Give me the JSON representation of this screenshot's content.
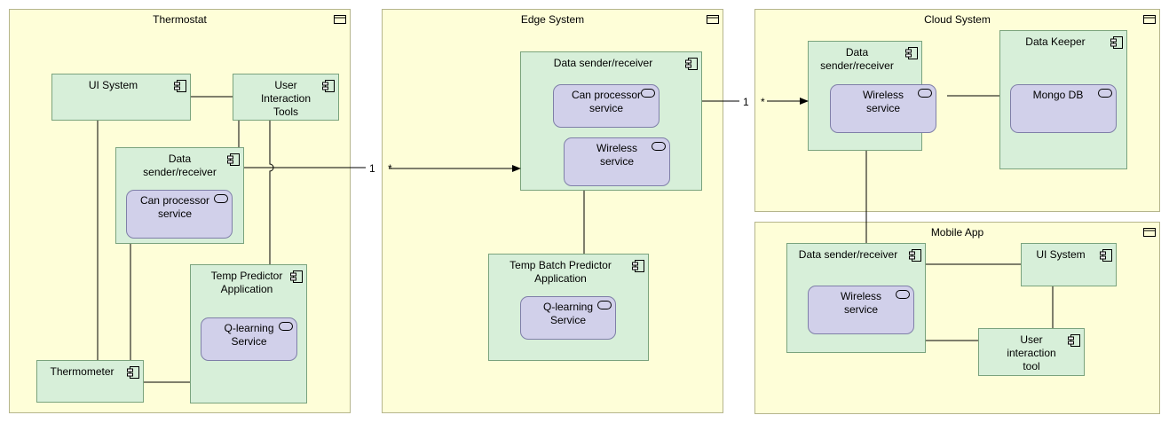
{
  "groups": {
    "thermostat": "Thermostat",
    "edge": "Edge System",
    "cloud": "Cloud System",
    "mobile": "Mobile App"
  },
  "thermostat": {
    "ui_system": "UI System",
    "user_interaction_tools": "User Interaction Tools",
    "data_sender_receiver": "Data sender/receiver",
    "can_processor_service": "Can processor service",
    "temp_predictor": "Temp Predictor Application",
    "q_learning_service": "Q-learning Service",
    "thermometer": "Thermometer"
  },
  "edge": {
    "data_sender_receiver": "Data sender/receiver",
    "can_processor_service": "Can processor service",
    "wireless_service": "Wireless service",
    "temp_batch_predictor": "Temp Batch Predictor Application",
    "q_learning_service": "Q-learning Service"
  },
  "cloud": {
    "data_sender_receiver": "Data sender/receiver",
    "wireless_service": "Wireless service",
    "data_keeper": "Data Keeper",
    "mongo_db": "Mongo DB"
  },
  "mobile": {
    "data_sender_receiver": "Data sender/receiver",
    "wireless_service": "Wireless service",
    "ui_system": "UI System",
    "user_interaction_tool": "User interaction tool"
  },
  "multiplicities": {
    "thermostat_to_edge_source": "1",
    "thermostat_to_edge_target": "*",
    "edge_to_cloud_source": "1",
    "edge_to_cloud_target": "*"
  },
  "colors": {
    "group_fill": "#fefed8",
    "component_fill": "#d7efd9",
    "service_fill": "#d1d0ea",
    "line": "#000000"
  },
  "icons": {
    "group": "group-icon",
    "component": "component-icon",
    "service": "service-icon"
  }
}
